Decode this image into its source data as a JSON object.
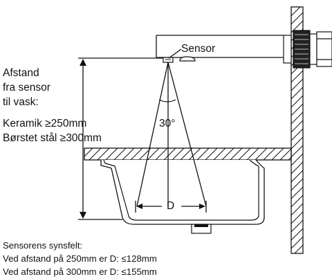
{
  "labels": {
    "sensor": "Sensor",
    "angle": "30°",
    "d": "D",
    "afstand_lines": [
      "Afstand",
      "fra sensor",
      "til vask:"
    ],
    "keramik": "Keramik ≥250mm",
    "borstet": "Børstet stål ≥300mm",
    "synsfelt": "Sensorens synsfelt:",
    "ved_250": "Ved afstand på 250mm er D: ≤128mm",
    "ved_300": "Ved afstand på 300mm er D: ≤155mm"
  },
  "colors": {
    "line": "#111111",
    "background": "#ffffff"
  }
}
